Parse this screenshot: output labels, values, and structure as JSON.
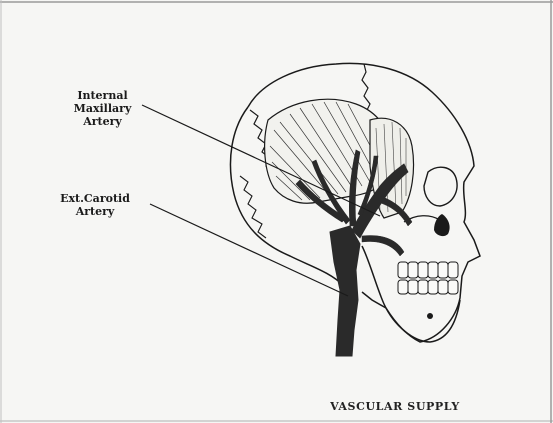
{
  "labels": {
    "internal_maxillary": [
      "Internal",
      "Maxillary",
      "Artery"
    ],
    "external_carotid": [
      "Ext.Carotid",
      "Artery"
    ]
  },
  "caption": "VASCULAR SUPPLY",
  "colors": {
    "background": "#f6f6f4",
    "ink": "#1a1a1a",
    "artery": "#2a2a2a",
    "border": "#9a9a9a"
  }
}
